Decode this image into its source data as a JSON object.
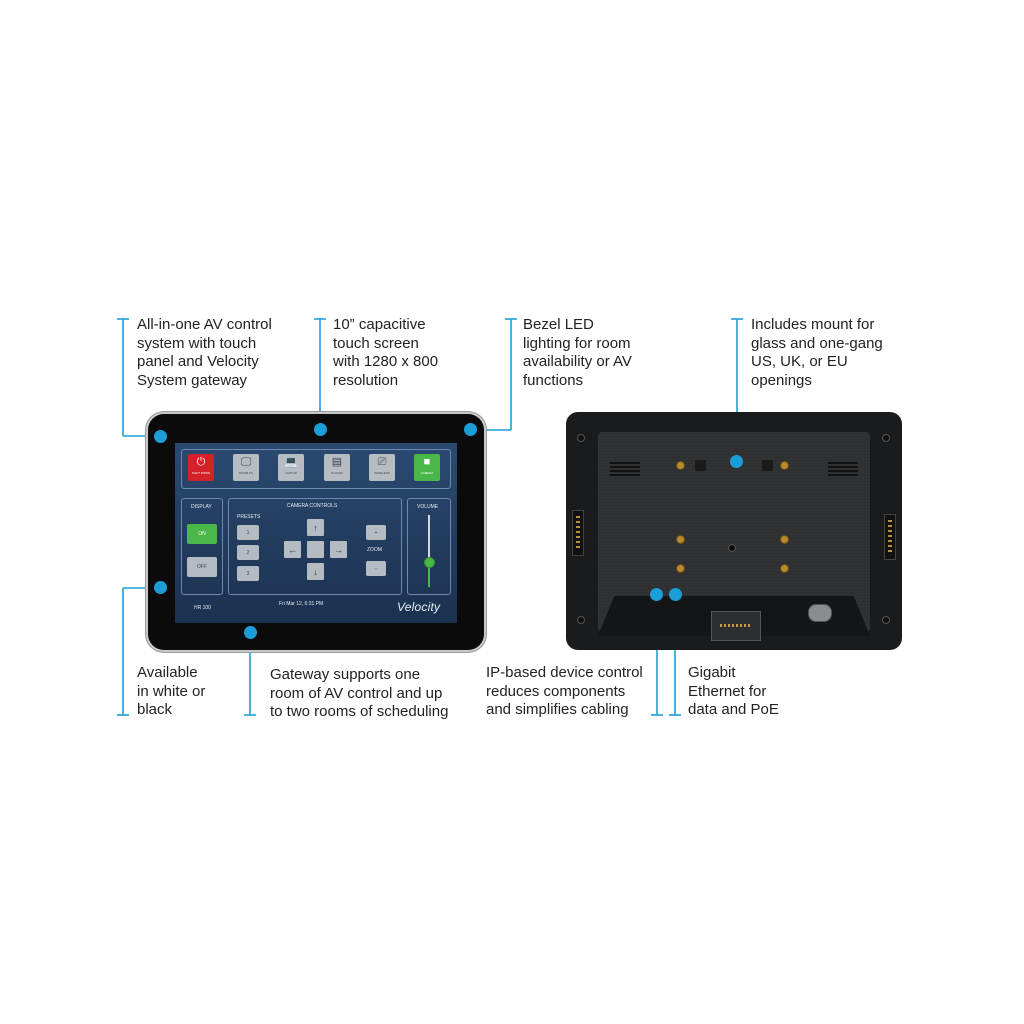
{
  "colors": {
    "accent": "#1b9ed8",
    "power": "#d3202a",
    "active": "#49b749"
  },
  "callouts": {
    "all_in_one": [
      "All-in-one AV control",
      "system with touch",
      "panel and Velocity",
      "System gateway"
    ],
    "capacitive": [
      "10” capacitive",
      "touch screen",
      "with 1280 x 800",
      "resolution"
    ],
    "bezel_led": [
      "Bezel LED",
      "lighting for room",
      "availability or AV",
      "functions"
    ],
    "mount": [
      "Includes mount for",
      "glass and one-gang",
      "US, UK, or EU",
      "openings"
    ],
    "available": [
      "Available",
      "in white or",
      "black"
    ],
    "gateway": [
      "Gateway supports one",
      "room of AV control and up",
      "to two rooms of scheduling"
    ],
    "ip_based": [
      "IP-based device control",
      "reduces components",
      "and simplifies cabling"
    ],
    "gigabit": [
      "Gigabit",
      "Ethernet for",
      "data and PoE"
    ]
  },
  "screen": {
    "sources": [
      {
        "label": "SHUT DOWN",
        "icon": "power-icon",
        "glyph": "⏻"
      },
      {
        "label": "ROOM PC",
        "icon": "monitor-icon",
        "glyph": "🖵"
      },
      {
        "label": "LAPTOP",
        "icon": "laptop-icon",
        "glyph": "💻"
      },
      {
        "label": "PLAYER",
        "icon": "player-icon",
        "glyph": "▤"
      },
      {
        "label": "WIRELESS",
        "icon": "cast-icon",
        "glyph": "⎚"
      },
      {
        "label": "CAMERA",
        "icon": "camera-icon",
        "glyph": "■"
      }
    ],
    "display": {
      "title": "DISPLAY",
      "on": "ON",
      "off": "OFF"
    },
    "camera": {
      "title": "CAMERA CONTROLS",
      "presets_title": "PRESETS",
      "presets": [
        "1",
        "2",
        "3"
      ],
      "zoom_label": "ZOOM",
      "zoom_in": "+",
      "zoom_out": "-"
    },
    "arrows": {
      "up": "↑",
      "down": "↓",
      "left": "←",
      "right": "→"
    },
    "volume": {
      "title": "VOLUME",
      "level": 0.35
    },
    "room": "HR 100",
    "datetime": "Fri Mar 12, 6:31 PM",
    "brand": "Velocity"
  }
}
